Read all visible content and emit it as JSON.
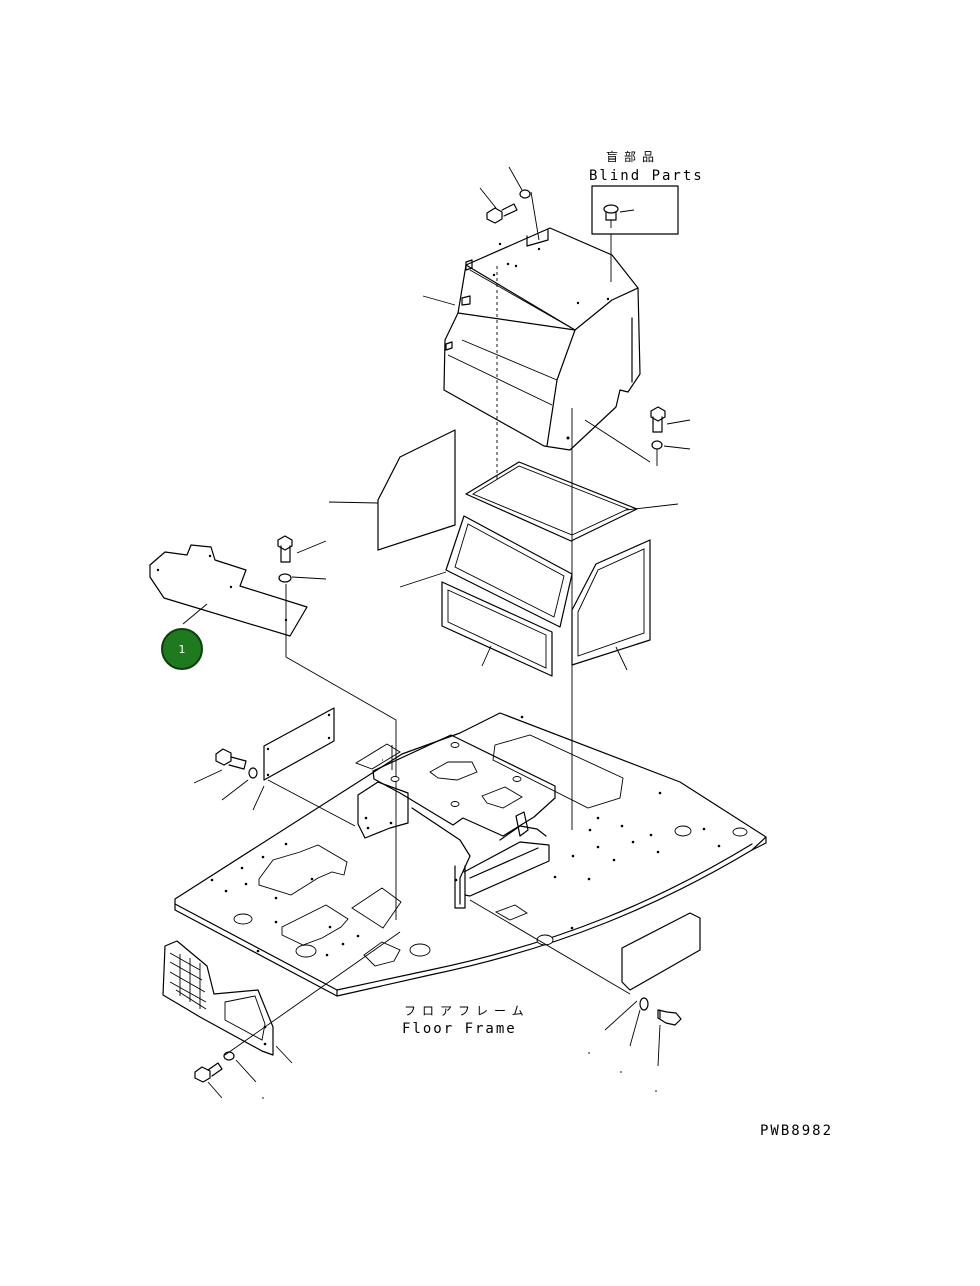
{
  "labels": {
    "blind_parts_jp": "盲部品",
    "blind_parts_en": "Blind Parts",
    "floor_frame_jp": "フロアフレーム",
    "floor_frame_en": "Floor Frame",
    "drawing_code": "PWB8982"
  },
  "callouts": [
    {
      "number": "1",
      "color": "#1f7a1f"
    }
  ]
}
